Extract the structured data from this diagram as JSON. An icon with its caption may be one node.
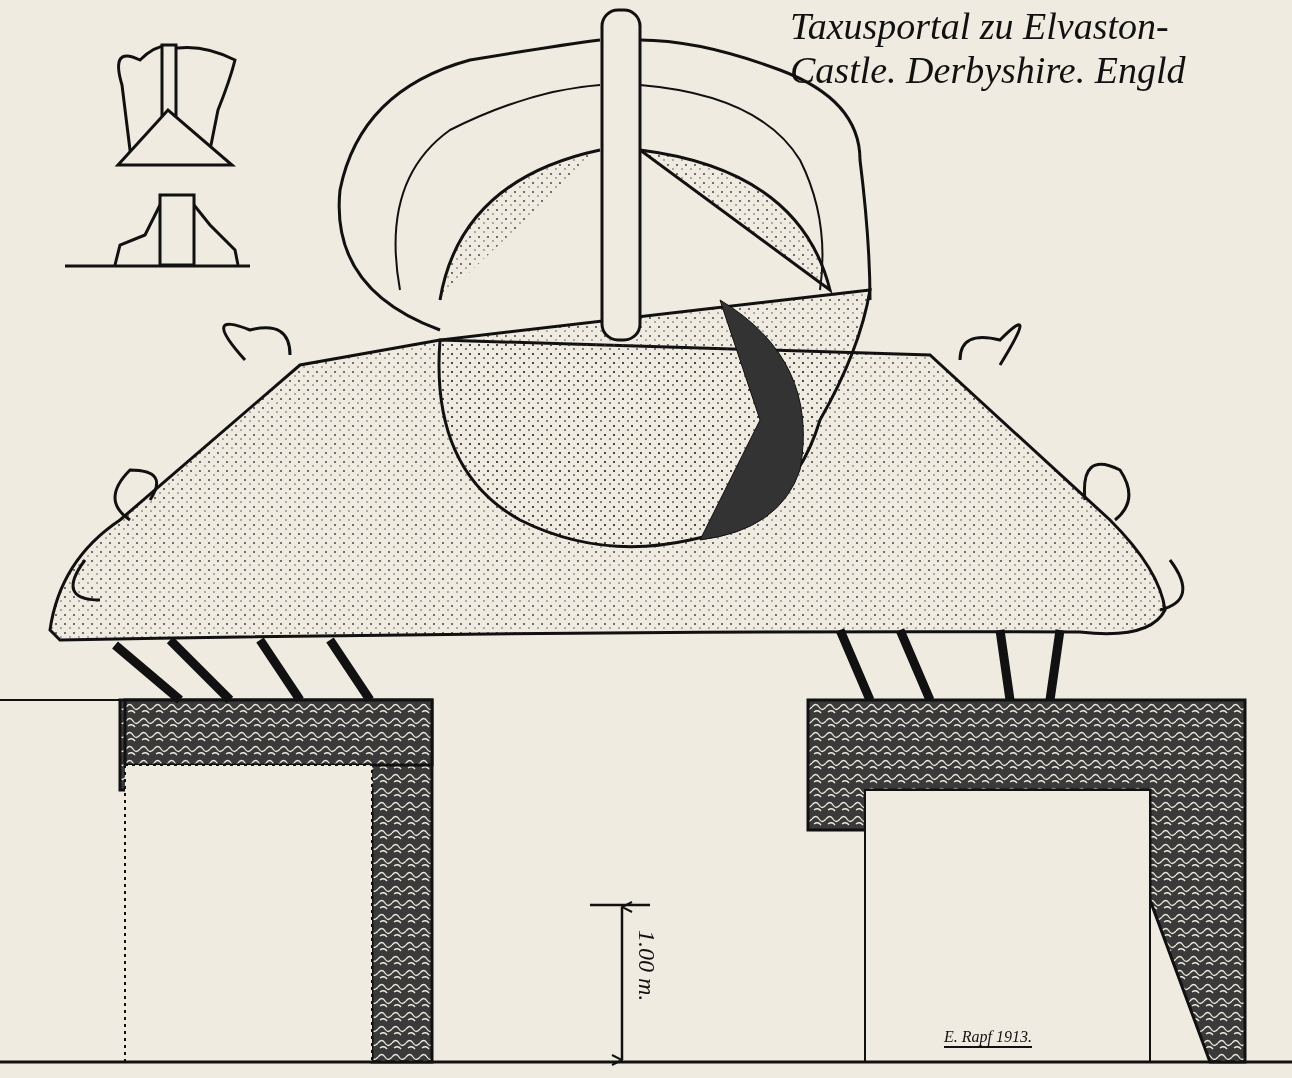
{
  "diagram": {
    "title": "Taxusportal zu Elvaston-Castle. Derbyshire. Engld",
    "labels": [
      "1.00 m.",
      "E. Rapf 1913."
    ]
  }
}
